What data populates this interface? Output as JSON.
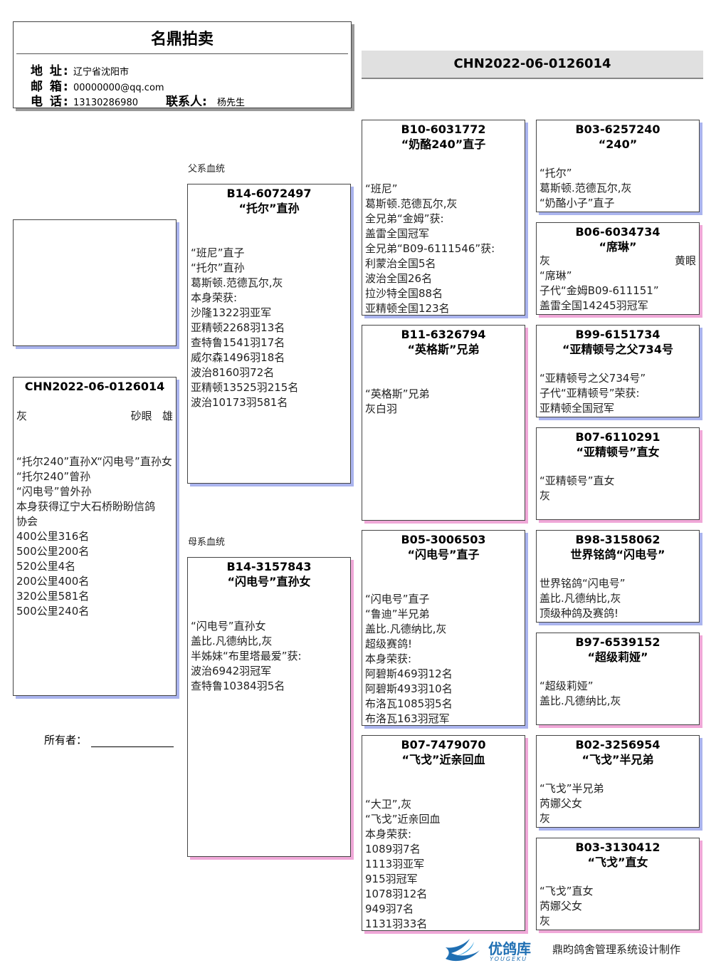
{
  "header": {
    "title": "名鼎拍卖",
    "address_label": "地 址:",
    "address": "辽宁省沈阳市",
    "email_label": "邮 箱:",
    "email": "00000000@qq.com",
    "phone_label": "电 话:",
    "phone": "13130286980",
    "contact_label": "联系人:",
    "contact": "杨先生"
  },
  "ring_top": "CHN2022-06-0126014",
  "sire_label": "父系血统",
  "dam_label": "母系血统",
  "main": {
    "ring": "CHN2022-06-0126014",
    "color": "灰",
    "eye": "砂眼",
    "sex": "雄",
    "lines": [
      "“托尔240”直孙X“闪电号”直孙女",
      "“托尔240”曾孙",
      "“闪电号”曾外孙",
      "本身获得辽宁大石桥盼盼信鸽",
      "协会",
      "400公里316名",
      "500公里200名",
      "520公里4名",
      "200公里400名",
      "320公里581名",
      "500公里240名"
    ]
  },
  "owner_label": "所有者：",
  "sire": {
    "ring": "B14-6072497",
    "name": "“托尔”直孙",
    "lines": [
      "“班尼”直子",
      "“托尔”直孙",
      "葛斯顿.范德瓦尔,灰",
      "本身荣获:",
      "沙隆1322羽亚军",
      "亚精顿2268羽13名",
      "查特鲁1541羽17名",
      "威尔森1496羽18名",
      "波治8160羽72名",
      "亚精顿13525羽215名",
      "波治10173羽581名"
    ]
  },
  "dam": {
    "ring": "B14-3157843",
    "name": "“闪电号”直孙女",
    "lines": [
      "“闪电号”直孙女",
      "盖比.凡德纳比,灰",
      "半姊妹“布里塔最爱”获:",
      "波治6942羽冠军",
      "查特鲁10384羽5名"
    ]
  },
  "ss": {
    "ring": "B10-6031772",
    "name": "“奶酪240”直子",
    "lines": [
      "“班尼”",
      "葛斯顿.范德瓦尔,灰",
      "全兄弟“金姆”获:",
      "盖雷全国冠军",
      "全兄弟“B09-6111546”获:",
      "利蒙治全国5名",
      "波治全国26名",
      "拉沙特全国88名",
      "亚精顿全国123名"
    ]
  },
  "sd": {
    "ring": "B11-6326794",
    "name": "“英格斯”兄弟",
    "lines": [
      "“英格斯”兄弟",
      "灰白羽"
    ]
  },
  "ds": {
    "ring": "B05-3006503",
    "name": "“闪电号”直子",
    "lines": [
      "“闪电号”直子",
      "“鲁迪”半兄弟",
      "盖比.凡德纳比,灰",
      "超级赛鸽!",
      "本身荣获:",
      "阿碧斯469羽12名",
      "阿碧斯493羽10名",
      "布洛瓦1085羽5名",
      "布洛瓦163羽冠军"
    ]
  },
  "dd": {
    "ring": "B07-7479070",
    "name": "“飞戈”近亲回血",
    "lines": [
      "“大卫”,灰",
      "“飞戈”近亲回血",
      "本身荣获:",
      "1089羽7名",
      "1113羽亚军",
      "915羽冠军",
      "1078羽12名",
      "949羽7名",
      "1131羽33名"
    ]
  },
  "sss": {
    "ring": "B03-6257240",
    "name": "“240”",
    "lines": [
      "“托尔”",
      "葛斯顿.范德瓦尔,灰",
      "“奶酪小子”直子"
    ]
  },
  "ssd": {
    "ring": "B06-6034734",
    "name": "“席琳”",
    "color": "灰",
    "eye": "黄眼",
    "lines": [
      "“席琳”",
      "子代“金姆B09-611151”",
      "盖雷全国14245羽冠军"
    ]
  },
  "sds": {
    "ring": "B99-6151734",
    "name": "“亚精顿号之父734号",
    "lines": [
      "“亚精顿号之父734号”",
      "子代“亚精顿号”荣获:",
      "亚精顿全国冠军"
    ]
  },
  "sdd": {
    "ring": "B07-6110291",
    "name": "“亚精顿号”直女",
    "lines": [
      "“亚精顿号”直女",
      "灰"
    ]
  },
  "dss": {
    "ring": "B98-3158062",
    "name": "世界铭鸽“闪电号”",
    "lines": [
      "世界铭鸽“闪电号”",
      "盖比.凡德纳比,灰",
      "顶级种鸽及赛鸽!"
    ]
  },
  "dsd": {
    "ring": "B97-6539152",
    "name": "“超级莉娅”",
    "lines": [
      "“超级莉娅”",
      "盖比.凡德纳比,灰"
    ]
  },
  "dds": {
    "ring": "B02-3256954",
    "name": "“飞戈”半兄弟",
    "lines": [
      "“飞戈”半兄弟",
      "芮娜父女",
      "灰"
    ]
  },
  "ddd": {
    "ring": "B03-3130412",
    "name": "“飞戈”直女",
    "lines": [
      "“飞戈”直女",
      "芮娜父女",
      "灰"
    ]
  },
  "footer": {
    "logo_text": "优鸽库",
    "logo_sub": "YOUGEKU",
    "credit": "鼎昀鸽舍管理系统设计制作"
  },
  "colors": {
    "sire_shadow": "#aab4ee",
    "dam_shadow": "#f0a8d8",
    "logo_blue": "#1f6fb3"
  }
}
